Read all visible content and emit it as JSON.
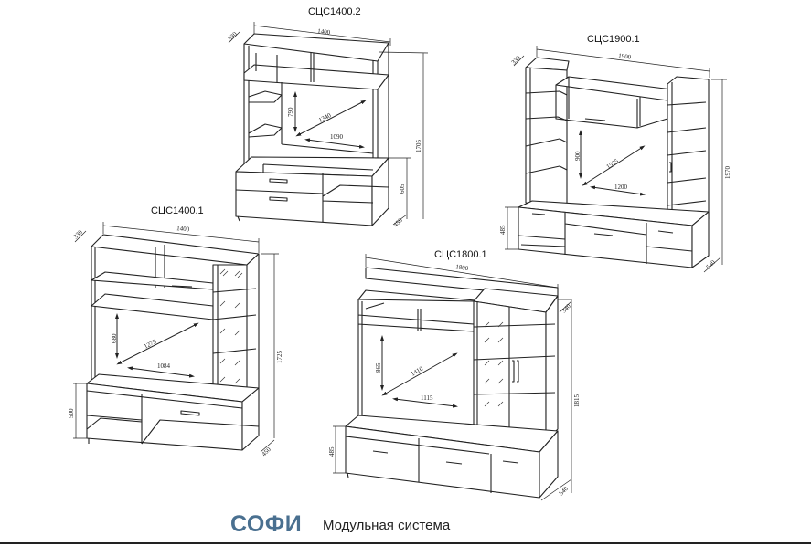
{
  "brand": {
    "name": "СОФИ",
    "subtitle": "Модульная система",
    "color": "#4a7090"
  },
  "models": [
    {
      "code": "СЦС1400.2",
      "width": "1400",
      "height": "1705",
      "depth_top": "330",
      "depth_base": "450",
      "base_height": "605",
      "tv_height": "790",
      "tv_diagonal": "1340",
      "tv_width": "1090"
    },
    {
      "code": "СЦС1900.1",
      "width": "1900",
      "height": "1970",
      "depth_top": "330",
      "depth_base": "540",
      "base_height": "485",
      "tv_height": "900",
      "tv_diagonal": "1535",
      "tv_width": "1200"
    },
    {
      "code": "СЦС1400.1",
      "width": "1400",
      "height": "1725",
      "depth_top": "330",
      "depth_base": "450",
      "base_height": "500",
      "tv_height": "680",
      "tv_diagonal": "1275",
      "tv_width": "1084"
    },
    {
      "code": "СЦС1800.1",
      "width": "1800",
      "height": "1815",
      "depth_top": "340",
      "depth_base": "540",
      "base_height": "485",
      "tv_height": "865",
      "tv_diagonal": "1410",
      "tv_width": "1115"
    }
  ]
}
